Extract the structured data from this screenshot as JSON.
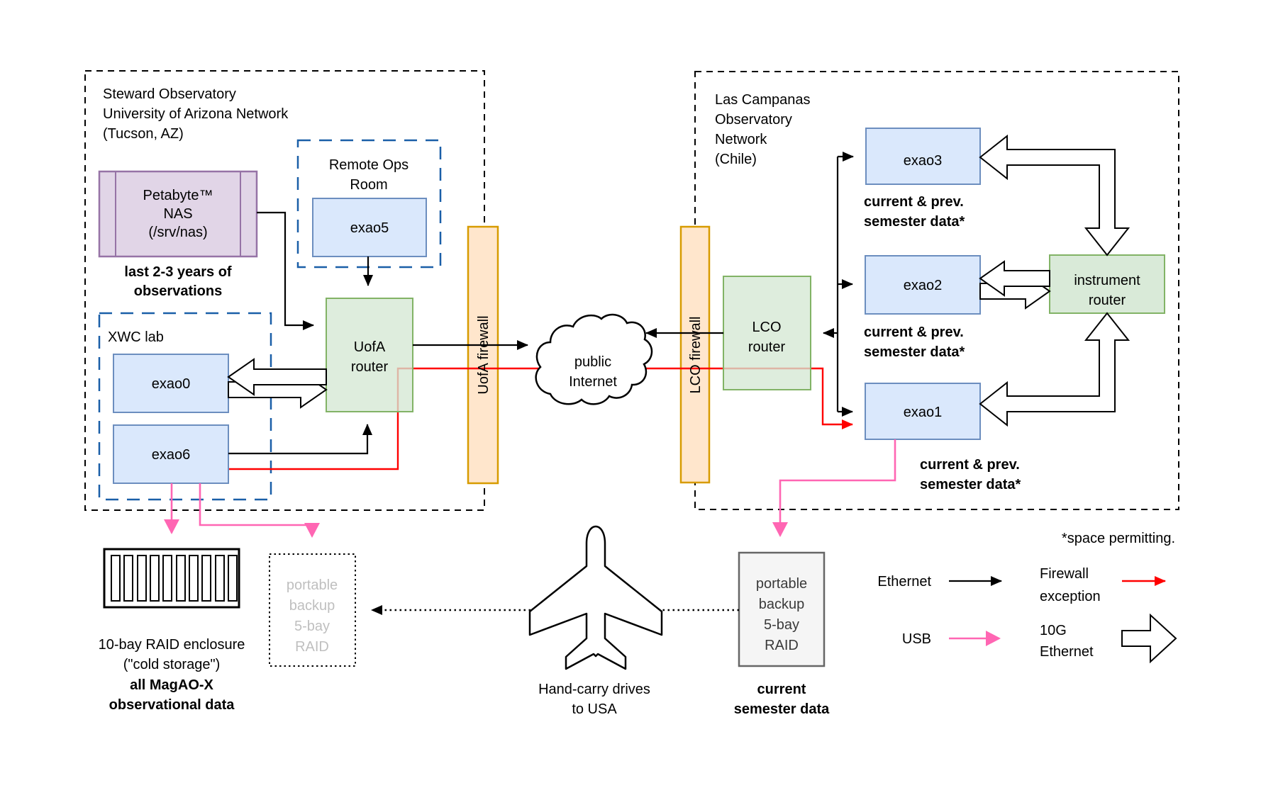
{
  "steward": {
    "title": [
      "Steward Observatory",
      "University of Arizona Network",
      "(Tucson, AZ)"
    ],
    "nas": {
      "label": [
        "Petabyte™",
        "NAS",
        "(/srv/nas)"
      ],
      "caption": [
        "last 2-3 years of",
        "observations"
      ]
    },
    "remote_ops": {
      "title": [
        "Remote Ops",
        "Room"
      ],
      "host": "exao5"
    },
    "xwc": {
      "title": "XWC lab",
      "host_a": "exao0",
      "host_b": "exao6"
    },
    "router": [
      "UofA",
      "router"
    ],
    "firewall": "UofA firewall"
  },
  "internet": [
    "public",
    "Internet"
  ],
  "lco": {
    "title": [
      "Las Campanas",
      "Observatory",
      "Network",
      "(Chile)"
    ],
    "firewall": "LCO firewall",
    "router": [
      "LCO",
      "router"
    ],
    "host_3": "exao3",
    "host_2": "exao2",
    "host_1": "exao1",
    "instrument_router": [
      "instrument",
      "router"
    ],
    "annotation": [
      "current & prev.",
      "semester data*"
    ]
  },
  "bottom": {
    "raid_caption": [
      "10-bay RAID enclosure",
      "(\"cold storage\")"
    ],
    "raid_caption_bold": [
      "all MagAO-X",
      "observational data"
    ],
    "portable_raid": [
      "portable",
      "backup",
      "5-bay",
      "RAID"
    ],
    "plane_caption": [
      "Hand-carry drives",
      "to USA"
    ],
    "current_caption": [
      "current",
      "semester data"
    ]
  },
  "legend": {
    "note": "*space permitting.",
    "ethernet": "Ethernet",
    "usb": "USB",
    "firewall_exception": [
      "Firewall",
      "exception"
    ],
    "ten_g_ethernet": [
      "10G",
      "Ethernet"
    ]
  },
  "colors": {
    "host_fill": "#dae8fc",
    "host_stroke": "#6c8ebf",
    "router_fill": "#d5e8d4",
    "router_stroke": "#82b366",
    "nas_fill": "#e1d5e7",
    "nas_stroke": "#9673a6",
    "firewall_fill": "#ffe6cc",
    "firewall_stroke": "#d79b00",
    "ethernet_link": "#000000",
    "firewall_exception_link": "#ff0000",
    "usb_link": "#ff66b3",
    "inner_dash": "#1a5fa8",
    "portable_muted_text": "#bfbfbf",
    "portable_box_fill": "#f5f5f5"
  }
}
